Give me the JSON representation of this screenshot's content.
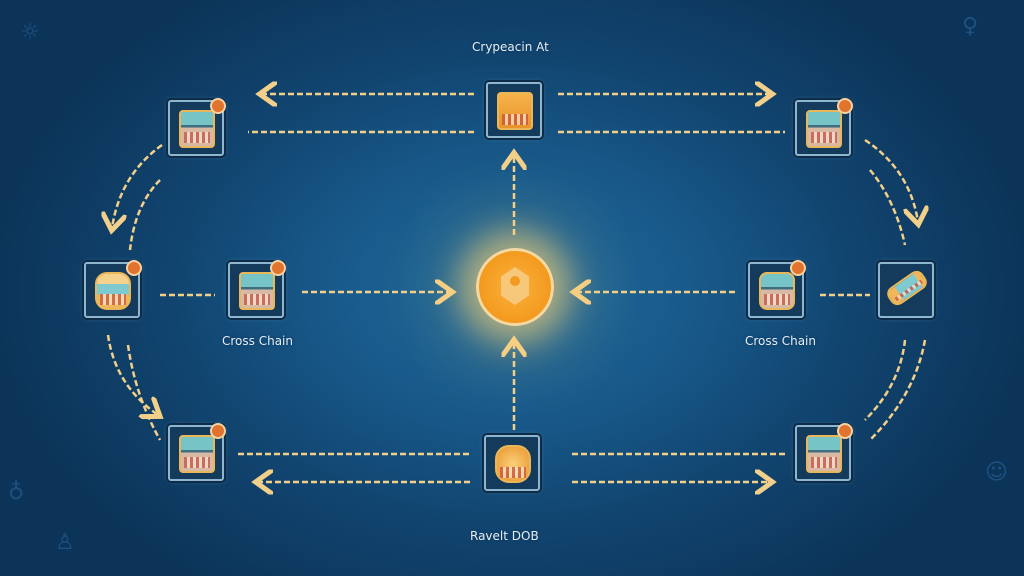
{
  "diagram": {
    "labels": {
      "top": "Crypeacin At",
      "left_mid": "Cross Chain",
      "right_mid": "Cross Chain",
      "bottom": "Ravelt DOB"
    },
    "hub": {
      "icon": "coin-gem-icon"
    },
    "nodes": [
      {
        "id": "top-left",
        "icon": "wallet-device-icon"
      },
      {
        "id": "top-center",
        "icon": "crypto-chip-icon"
      },
      {
        "id": "top-right",
        "icon": "wallet-device-icon"
      },
      {
        "id": "mid-far-left",
        "icon": "database-stack-icon"
      },
      {
        "id": "mid-left",
        "icon": "cross-chain-device-icon"
      },
      {
        "id": "mid-right",
        "icon": "cross-chain-jar-icon"
      },
      {
        "id": "mid-far-right",
        "icon": "capsule-scroll-icon"
      },
      {
        "id": "bottom-left",
        "icon": "wallet-device-icon"
      },
      {
        "id": "bottom-center",
        "icon": "armor-vault-icon"
      },
      {
        "id": "bottom-right",
        "icon": "wallet-device-icon"
      }
    ],
    "colors": {
      "background": "#18598a",
      "connector": "#f3d08a",
      "hub": "#f39a1f",
      "node_border": "#8fb6cf",
      "badge": "#e0732e"
    }
  }
}
